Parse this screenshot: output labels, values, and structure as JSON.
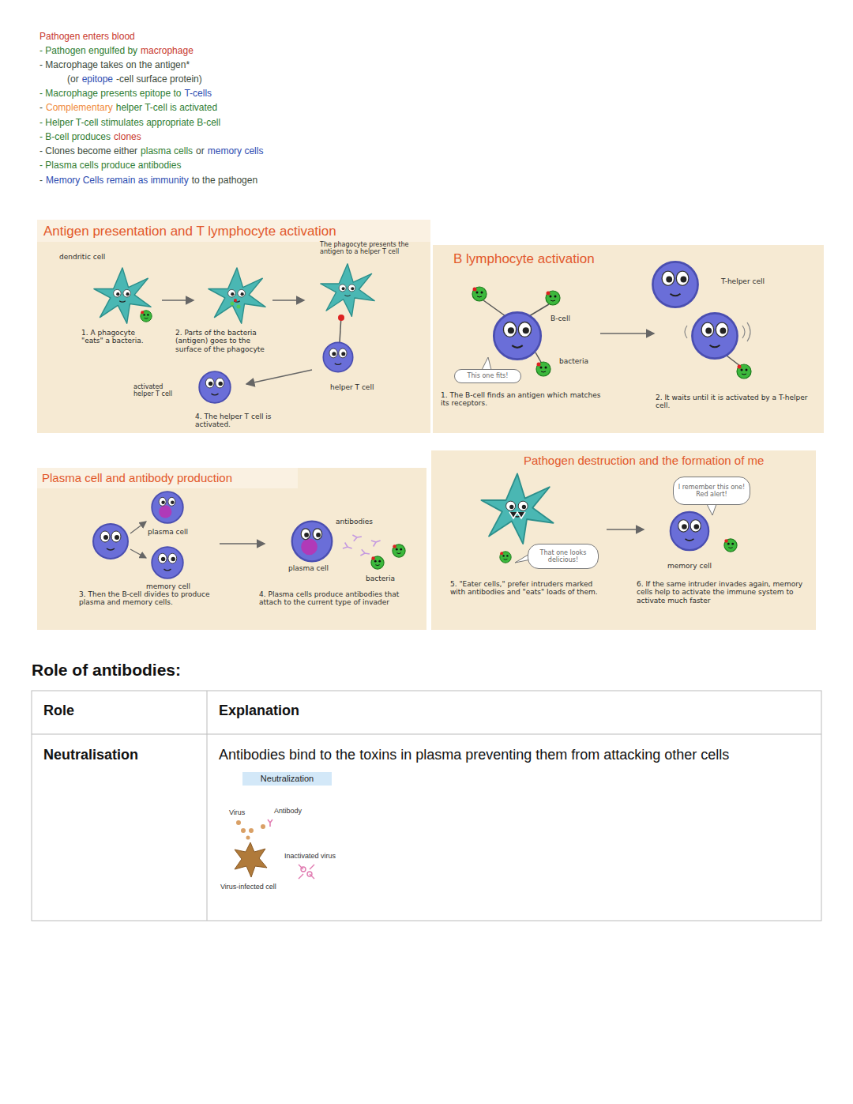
{
  "diagram": {
    "title": "Role of antibodies:",
    "nodes": [
      {
        "text": [
          "Antigen presentation and T lymphocyte activation",
          "dendritic cell",
          "The phagocyte presents the antigen to a helper T cell",
          "1. A phagocyte \"eats\" a bacteria.",
          "2. Parts of the bacteria (antigen) goes to the surface of the phagocyte",
          "activated helper T cell",
          "helper T cell",
          "4. The helper T cell is activated."
        ]
      },
      {
        "text": [
          "B lymphocyte activation",
          "B-cell",
          "bacteria",
          "T-helper cell",
          "1. The B-cell finds an antigen which matches its receptors.",
          "2. It waits until it is activated by a T-helper cell."
        ]
      },
      {
        "text": [
          "This one fits!"
        ],
        "in": 1
      },
      {
        "text": [
          "Plasma cell and antibody production",
          "plasma cell",
          "memory cell",
          "3. Then the B-cell divides to produce plasma and memory cells.",
          "antibodies",
          "plasma cell",
          "bacteria",
          "4. Plasma cells produce antibodies that attach to the current type of invader"
        ]
      },
      {
        "text": [
          "Pathogen destruction and the formation of me",
          "memory cell",
          "5. \"Eater cells,\" prefer intruders marked with antibodies and \"eats\" loads of them.",
          "6. If the same intruder invades again, memory cells help to activate the immune system to activate much faster"
        ]
      },
      {
        "text": [
          "I remember this one! Red alert!"
        ],
        "in": 4
      },
      {
        "text": [
          "That one looks delicious!"
        ],
        "in": 4
      },
      {
        "text": [
          "Neutralization"
        ]
      }
    ],
    "labels": [
      "Pathogen enters blood",
      "- Pathogen engulfed by",
      "macrophage",
      "- Macrophage takes on the antigen*",
      "(or",
      "epitope",
      "-cell surface protein)",
      "- Macrophage presents epitope to",
      "T-cells",
      "-",
      "Complementary",
      "helper T-cell is activated",
      "- Helper T-cell stimulates appropriate B-cell",
      "- B-cell produces",
      "clones",
      "- Clones become either",
      "plasma cells",
      "or",
      "memory cells",
      "- Plasma cells produce antibodies",
      "-",
      "Memory Cells remain as immunity",
      "to the pathogen",
      "Role",
      "Explanation",
      "Neutralisation",
      "Antibodies bind to the toxins in plasma preventing them from attacking other cells",
      "Virus",
      "Antibody",
      "Inactivated virus",
      "Virus-infected cell"
    ]
  }
}
